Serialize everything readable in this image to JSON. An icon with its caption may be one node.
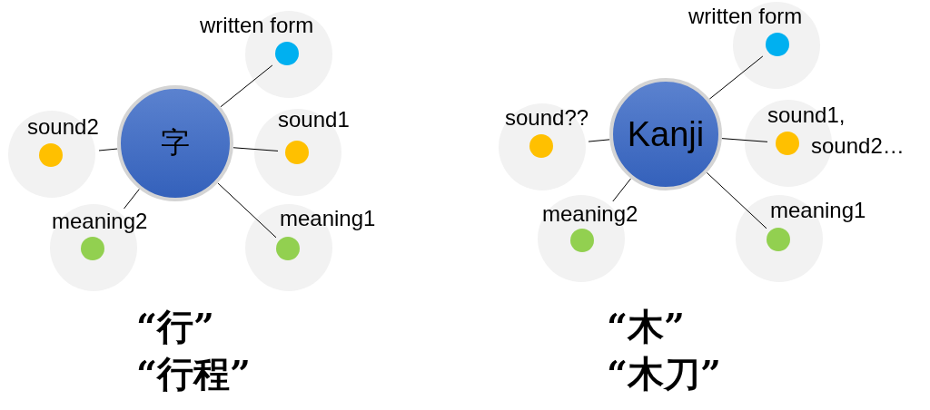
{
  "diagram": {
    "nodes": [
      {
        "text": [
          "written form"
        ]
      },
      {
        "text": [
          "字"
        ]
      },
      {
        "text": [
          "sound2"
        ]
      },
      {
        "text": [
          "sound1"
        ]
      },
      {
        "text": [
          "meaning2"
        ]
      },
      {
        "text": [
          "meaning1"
        ]
      },
      {
        "text": [
          "written form"
        ]
      },
      {
        "text": [
          "Kanji"
        ]
      },
      {
        "text": [
          "sound??"
        ]
      },
      {
        "text": [
          "sound1, sound2…"
        ]
      },
      {
        "text": [
          "meaning2"
        ]
      },
      {
        "text": [
          "meaning1"
        ]
      }
    ],
    "edges": [
      {
        "from": 1,
        "to": 0,
        "arrow": "none"
      },
      {
        "from": 1,
        "to": 2,
        "arrow": "none"
      },
      {
        "from": 1,
        "to": 3,
        "arrow": "none"
      },
      {
        "from": 1,
        "to": 4,
        "arrow": "none"
      },
      {
        "from": 1,
        "to": 5,
        "arrow": "none"
      },
      {
        "from": 7,
        "to": 6,
        "arrow": "none"
      },
      {
        "from": 7,
        "to": 8,
        "arrow": "none"
      },
      {
        "from": 7,
        "to": 9,
        "arrow": "none"
      },
      {
        "from": 7,
        "to": 10,
        "arrow": "none"
      },
      {
        "from": 7,
        "to": 11,
        "arrow": "none"
      }
    ],
    "labels": [
      "“行”",
      "“行程”",
      "“木”",
      "“木刀”"
    ]
  }
}
